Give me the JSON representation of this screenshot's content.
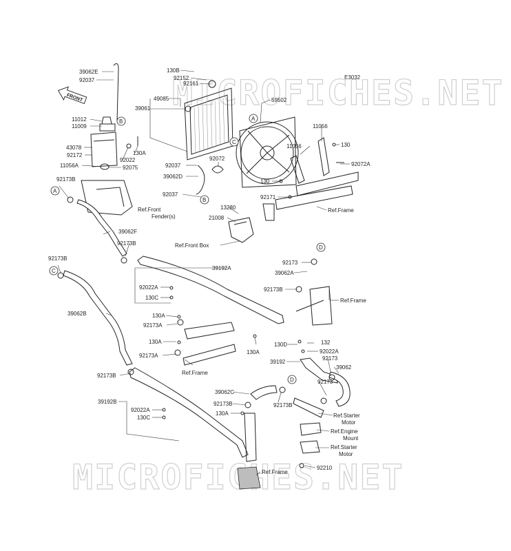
{
  "diagram_code": "E3032",
  "watermark": "MICROFICHES.NET",
  "front_badge": "FRONT",
  "callouts": [
    "A",
    "B",
    "C",
    "D"
  ],
  "labels": {
    "l_39062E": "39062E",
    "l_92037a": "92037",
    "l_130B": "130B",
    "l_92152": "92152",
    "l_92161": "92161",
    "l_49085": "49085",
    "l_39061": "39061",
    "l_59502": "59502",
    "l_11012": "11012",
    "l_11009": "11009",
    "l_43078": "43078",
    "l_92172": "92172",
    "l_11056A": "11056A",
    "l_92022": "92022",
    "l_130A_a": "130A",
    "l_92075": "92075",
    "l_11056a": "11056",
    "l_130a": "130",
    "l_11056b": "11056",
    "l_92072A": "92072A",
    "l_92072": "92072",
    "l_92037b": "92037",
    "l_39062D": "39062D",
    "l_92037c": "92037",
    "l_130b": "130",
    "l_92171": "92171",
    "l_ref_frame_a": "Ref.Frame",
    "l_92173B_a": "92173B",
    "l_ref_front_fender1": "Ref.Front",
    "l_ref_front_fender2": "Fender(s)",
    "l_13280": "13280",
    "l_21008": "21008",
    "l_39062F": "39062F",
    "l_92173B_b": "92173B",
    "l_ref_front_box": "Ref.Front Box",
    "l_92173B_c": "92173B",
    "l_39192A": "39192A",
    "l_92173_a": "92173",
    "l_39062A": "39062A",
    "l_92173B_d": "92173B",
    "l_ref_frame_b": "Ref.Frame",
    "l_92022A_a": "92022A",
    "l_130C_a": "130C",
    "l_39062B": "39062B",
    "l_130A_b": "130A",
    "l_92173A_a": "92173A",
    "l_130A_c": "130A",
    "l_92173A_b": "92173A",
    "l_130A_d": "130A",
    "l_130D": "130D",
    "l_132": "132",
    "l_92022A_b": "92022A",
    "l_39192": "39192",
    "l_92173_b": "92173",
    "l_39062": "39062",
    "l_ref_frame_c": "Ref.Frame",
    "l_92173_c": "92173",
    "l_92173B_e": "92173B",
    "l_39062C": "39062C",
    "l_92173B_f": "92173B",
    "l_130A_e": "130A",
    "l_92173B_g": "92173B",
    "l_39192B": "39192B",
    "l_92022A_c": "92022A",
    "l_130C_b": "130C",
    "l_ref_starter1": "Ref.Starter",
    "l_ref_starter1b": "Motor",
    "l_ref_engine1": "Ref.Engine",
    "l_ref_engine1b": "Mount",
    "l_ref_starter2": "Ref.Starter",
    "l_ref_starter2b": "Motor",
    "l_ref_frame_d": "Ref.Frame",
    "l_92210": "92210"
  }
}
